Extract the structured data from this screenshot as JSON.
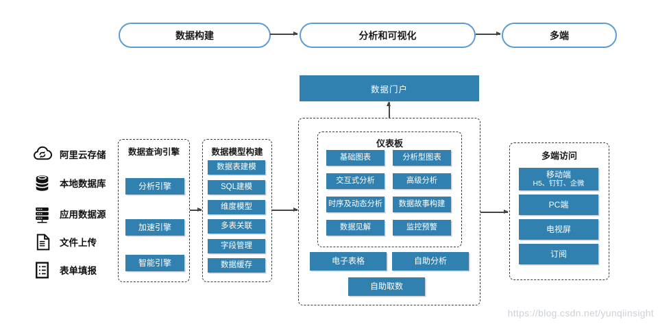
{
  "colors": {
    "node_blue": "#3181b0",
    "pill_border": "#5b9bd5",
    "arrow": "#444444",
    "watermark_gray": "#ccd1d9"
  },
  "pipeline": {
    "stages": [
      "数据构建",
      "分析和可视化",
      "多端"
    ]
  },
  "sources": {
    "items": [
      {
        "icon": "cloud-sync-icon",
        "label": "阿里云存储"
      },
      {
        "icon": "database-icon",
        "label": "本地数据库"
      },
      {
        "icon": "server-icon",
        "label": "应用数据源"
      },
      {
        "icon": "file-upload-icon",
        "label": "文件上传"
      },
      {
        "icon": "form-icon",
        "label": "表单填报"
      }
    ]
  },
  "query_engine": {
    "title": "数据查询引擎",
    "items": [
      "分析引擎",
      "加速引擎",
      "智能引擎"
    ]
  },
  "model_building": {
    "title": "数据模型构建",
    "items": [
      "数据表建模",
      "SQL建模",
      "维度模型",
      "多表关联",
      "字段管理",
      "数据缓存"
    ]
  },
  "portal": {
    "label": "数据门户"
  },
  "dashboard": {
    "title": "仪表板",
    "items": [
      "基础图表",
      "分析型图表",
      "交互式分析",
      "高级分析",
      "时序及动态分析",
      "数据故事构建",
      "数据见解",
      "监控预警"
    ]
  },
  "analysis_tools": {
    "items": [
      "电子表格",
      "自助分析",
      "自助取数"
    ]
  },
  "multi_terminal": {
    "title": "多端访问",
    "items": [
      {
        "label": "移动端",
        "sublabel": "H5、钉钉、企微"
      },
      {
        "label": "PC端",
        "sublabel": ""
      },
      {
        "label": "电视屏",
        "sublabel": ""
      },
      {
        "label": "订阅",
        "sublabel": ""
      }
    ]
  },
  "watermark": {
    "text": "https://blog.csdn.net/yunqiinsight"
  }
}
